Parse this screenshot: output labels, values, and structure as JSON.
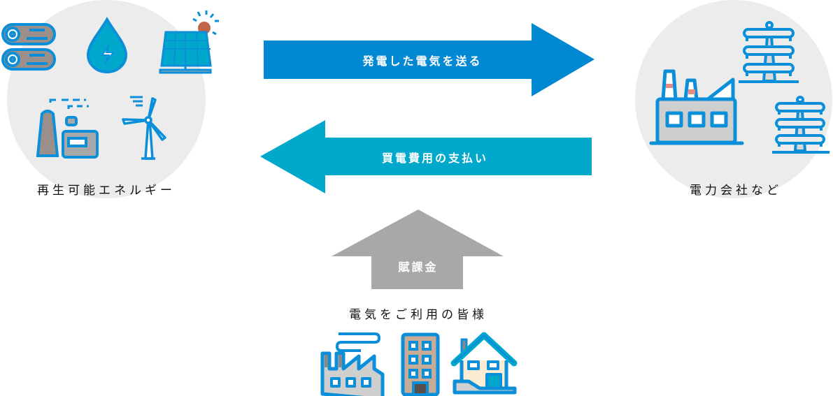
{
  "left_group": {
    "label": "再生可能エネルギー"
  },
  "right_group": {
    "label": "電力会社など"
  },
  "bottom_group": {
    "label": "電気をご利用の皆様"
  },
  "arrows": {
    "send": {
      "label": "発電した電気を送る",
      "color": "#0088d2"
    },
    "pay": {
      "label": "買電費用の支払い",
      "color": "#00a9cc"
    },
    "levy": {
      "label": "賦課金",
      "color": "#a8a8a8"
    }
  },
  "colors": {
    "icon_stroke": "#0a8fd8",
    "circle_bg": "#ececec"
  }
}
